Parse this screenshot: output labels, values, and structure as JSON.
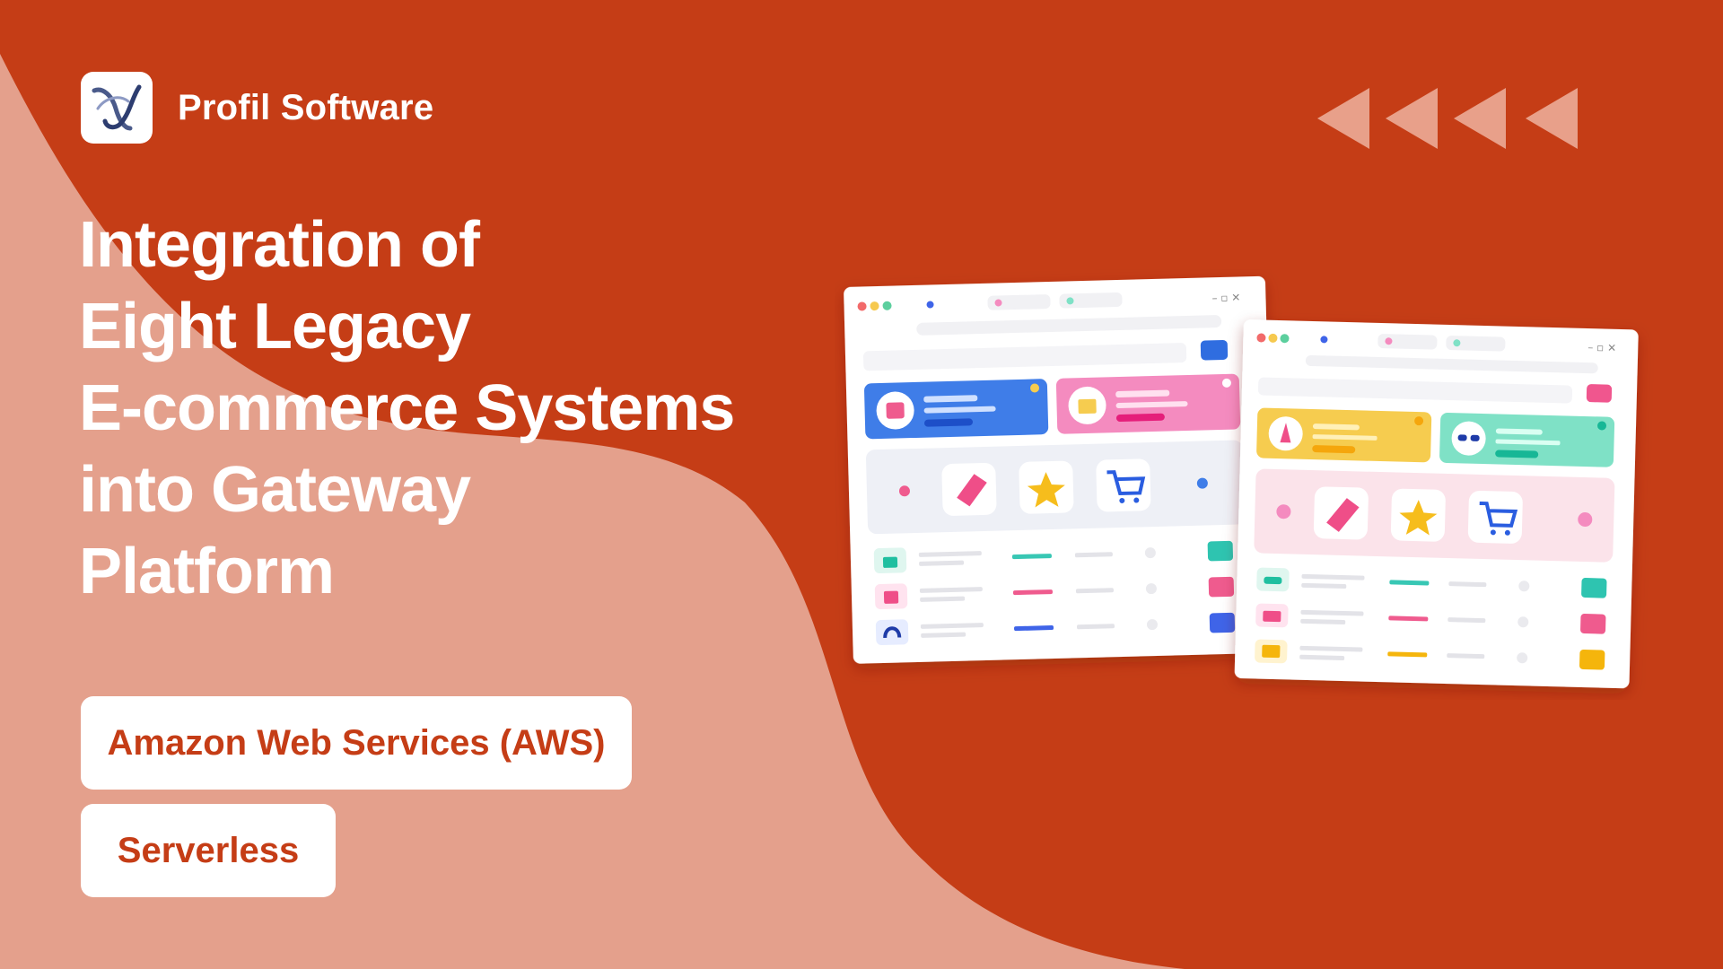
{
  "brand": {
    "name": "Profil Software",
    "logo_icon": "profil-software-logo-icon"
  },
  "headline": {
    "lines": [
      "Integration of",
      "Eight Legacy",
      "E-commerce Systems",
      "into Gateway",
      "Platform"
    ]
  },
  "tags": [
    {
      "label": "Amazon Web Services (AWS)"
    },
    {
      "label": "Serverless"
    }
  ],
  "decor": {
    "arrows_icon": "rewind-arrows-icon",
    "illustration": "ecommerce-browser-windows-illustration"
  },
  "colors": {
    "background": "#c53d16",
    "wave": "#e4a08c",
    "white": "#ffffff",
    "blue": "#3f7de8",
    "pink": "#f48bbf",
    "yellow": "#f6cc4f",
    "teal": "#7fe1c6"
  }
}
